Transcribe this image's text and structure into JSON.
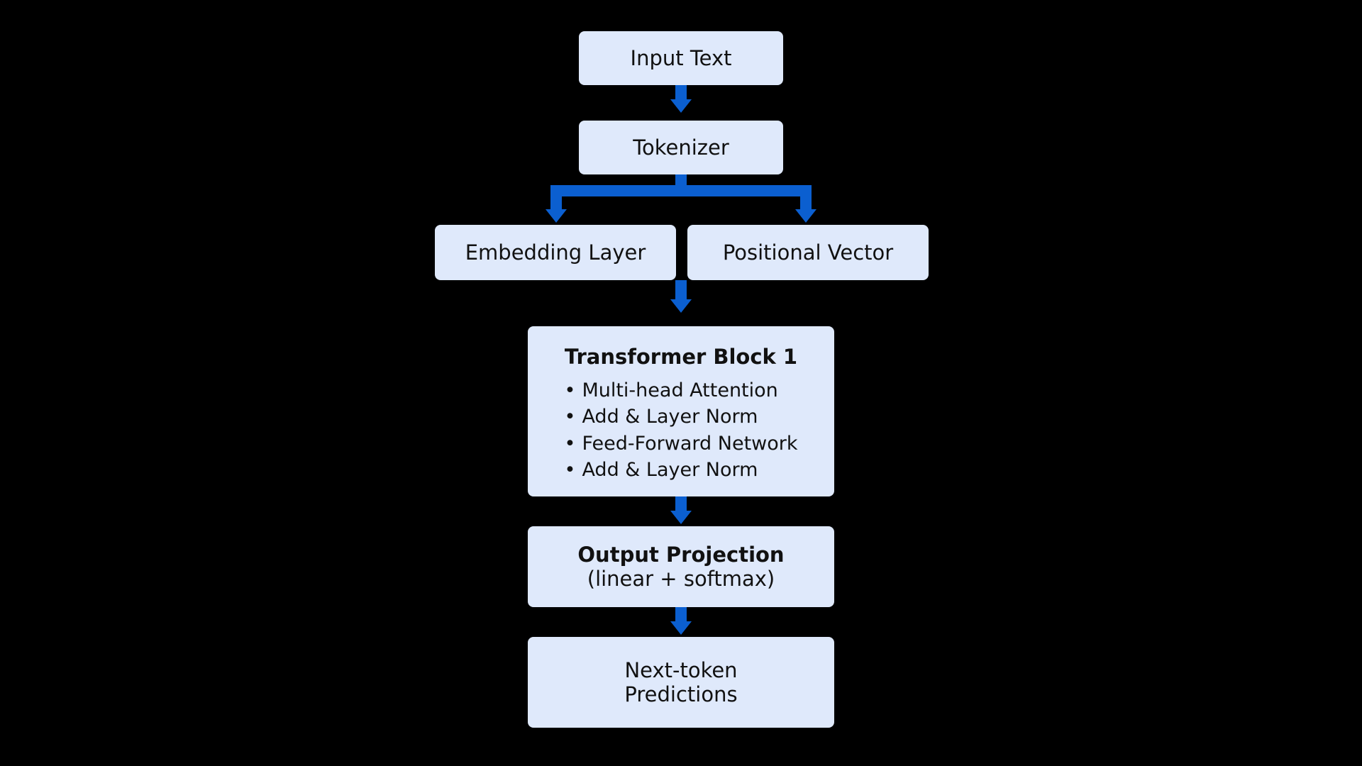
{
  "diagram": {
    "title": "Transformer LLM inference pipeline flowchart",
    "background_color": "#000000",
    "node_fill_color": "#dfe9fb",
    "node_text_color": "#111111",
    "arrow_color": "#0b5fd0",
    "nodes": {
      "input_text": {
        "label": "Input Text"
      },
      "tokenizer": {
        "label": "Tokenizer"
      },
      "embedding_layer": {
        "label": "Embedding Layer"
      },
      "positional_vector": {
        "label": "Positional Vector"
      },
      "transformer_block": {
        "title": "Transformer Block 1",
        "items": [
          "Multi-head Attention",
          "Add & Layer Norm",
          "Feed-Forward Network",
          "Add & Layer Norm"
        ]
      },
      "output_projection": {
        "line1": "Output Projection",
        "line2": "(linear + softmax)"
      },
      "next_token_predictions": {
        "line1": "Next-token",
        "line2": "Predictions"
      }
    },
    "edges": [
      {
        "from": "Input Text",
        "to": "Tokenizer"
      },
      {
        "from": "Tokenizer",
        "to": "Embedding Layer"
      },
      {
        "from": "Tokenizer",
        "to": "Positional Vector"
      },
      {
        "from": "Embedding Layer / Positional Vector",
        "to": "Transformer Block 1"
      },
      {
        "from": "Transformer Block 1",
        "to": "Output Projection"
      },
      {
        "from": "Output Projection",
        "to": "Next-token Predictions"
      }
    ]
  }
}
